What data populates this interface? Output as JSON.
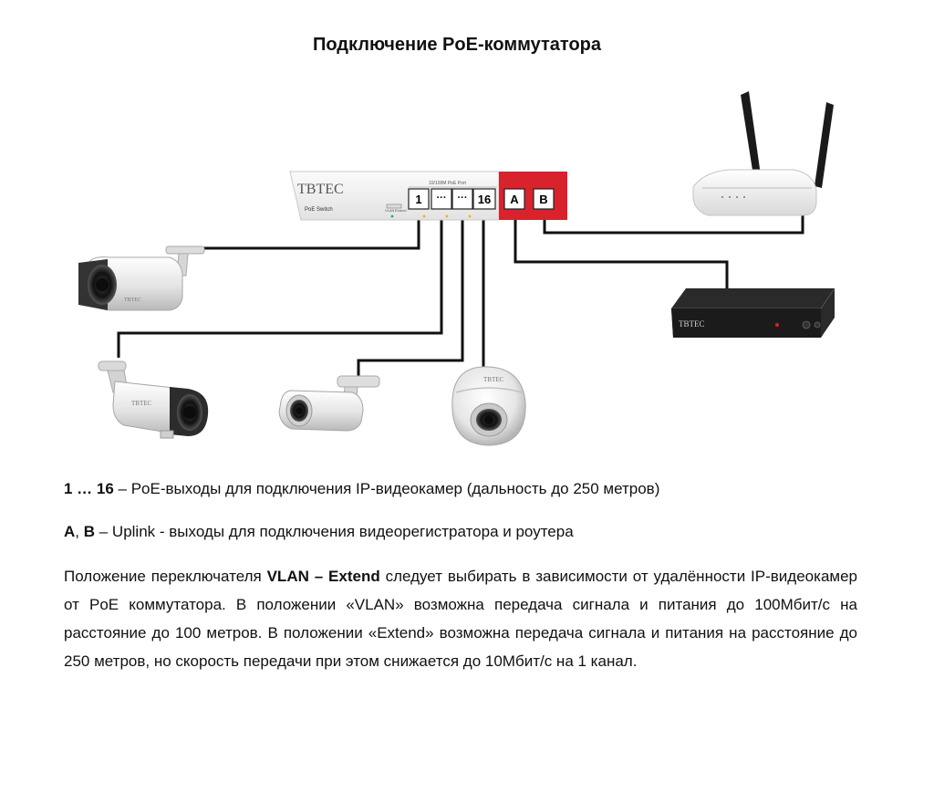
{
  "title": "Подключение PoE-коммутатора",
  "switch": {
    "brand": "TBTEC",
    "model": "PoE Switch",
    "group_label": "10/100M PoE Port",
    "switch_label_vlan": "VLAN",
    "switch_label_extend": "Extend",
    "ports": [
      "1",
      "···",
      "···",
      "16"
    ],
    "uplinks": [
      "A",
      "B"
    ]
  },
  "devices": {
    "camera_brand": "TBTEC",
    "nvr_brand": "TBTEC"
  },
  "colors": {
    "uplink_panel": "#d8222c",
    "cable": "#111111",
    "switch_body": "#f3f3f3",
    "nvr_body": "#2a2a2a",
    "router_body": "#f2f2f2"
  },
  "text": {
    "line1_bold": "1 … 16",
    "line1_rest": " – PoE-выходы для подключения IP-видеокамер (дальность до 250 метров)",
    "line2_bold_a": "A",
    "line2_sep": ", ",
    "line2_bold_b": "B",
    "line2_rest": " – Uplink - выходы для подключения видеорегистратора и роутера",
    "para_1": "Положение переключателя ",
    "para_bold_1": "VLAN – Extend",
    "para_2": " следует выбирать в зависимости от удалённости IP-видеокамер от PoE коммутатора. В положении «VLAN» возможна передача сигнала и питания до 100Мбит/с на расстояние до 100 метров. В положении «Extend» возможна передача сигнала и питания на расстояние до 250 метров, но скорость передачи при этом снижается до 10Мбит/с на 1 канал."
  }
}
